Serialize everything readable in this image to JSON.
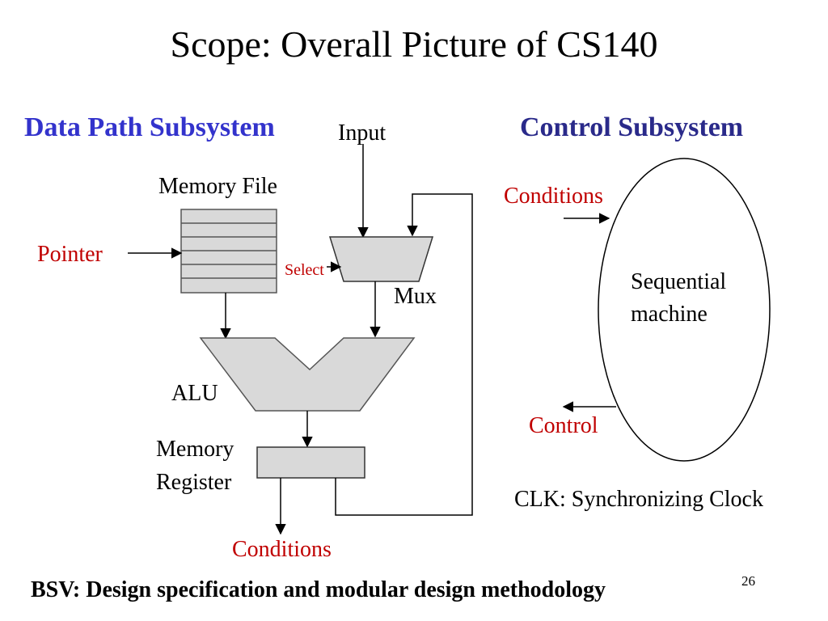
{
  "slide": {
    "title": "Scope: Overall Picture of CS140",
    "page_number": "26",
    "footer": "BSV: Design specification and modular design methodology"
  },
  "datapath": {
    "heading": "Data Path Subsystem",
    "input_label": "Input",
    "memory_file_label": "Memory File",
    "pointer_label": "Pointer",
    "select_label": "Select",
    "mux_label": "Mux",
    "alu_label": "ALU",
    "memory_register_line1": "Memory",
    "memory_register_line2": "Register",
    "conditions_label": "Conditions"
  },
  "control": {
    "heading": "Control Subsystem",
    "conditions_label": "Conditions",
    "machine_line1": "Sequential",
    "machine_line2": "machine",
    "control_label": "Control",
    "clock_note": "CLK: Synchronizing Clock"
  },
  "colors": {
    "heading_datapath": "#3333cc",
    "heading_control": "#2a2a8a",
    "signal_red": "#c00000",
    "block_fill": "#d9d9d9"
  }
}
